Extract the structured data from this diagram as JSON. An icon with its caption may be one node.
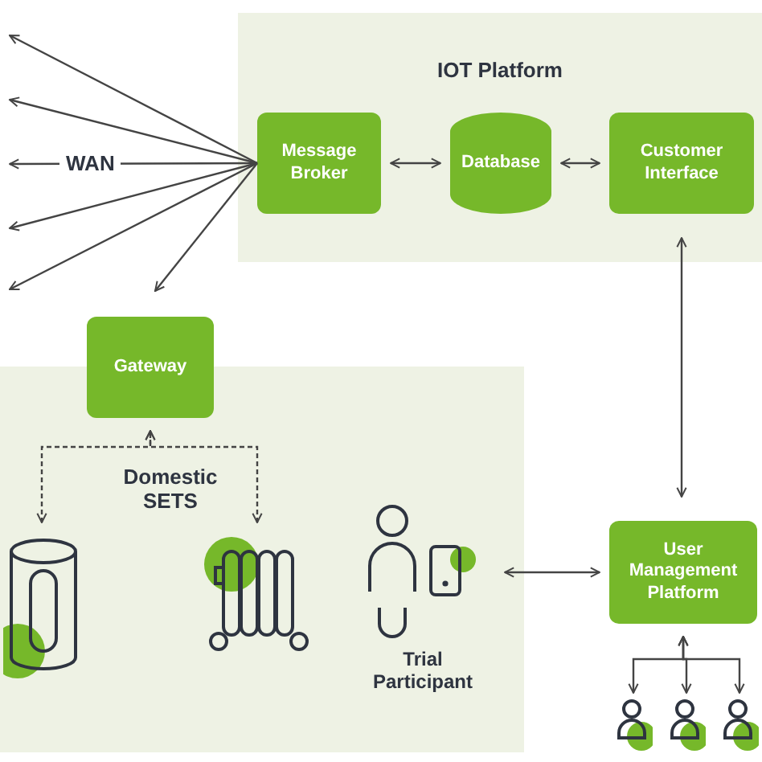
{
  "diagram": {
    "nodes": [
      {
        "text": [
          "IOT Platform"
        ]
      },
      {
        "text": [
          "Message Broker"
        ],
        "in": 0
      },
      {
        "text": [
          "Database"
        ],
        "in": 0
      },
      {
        "text": [
          "Customer Interface"
        ],
        "in": 0
      },
      {
        "text": [
          "Gateway"
        ]
      },
      {
        "text": [],
        "shape": "box"
      },
      {
        "text": [],
        "shape": "picture",
        "in": 5
      },
      {
        "text": [],
        "shape": "picture",
        "in": 5
      },
      {
        "text": [
          "Trial Participant"
        ],
        "in": 5
      },
      {
        "text": [
          "User Management Platform"
        ]
      },
      {
        "text": [],
        "shape": "person"
      },
      {
        "text": [],
        "shape": "person"
      },
      {
        "text": [],
        "shape": "person"
      }
    ],
    "edges": [
      {
        "from": 1,
        "to": null,
        "arrow": "to"
      },
      {
        "from": 1,
        "to": null,
        "arrow": "to"
      },
      {
        "from": 1,
        "to": null,
        "arrow": "to",
        "label": "WAN"
      },
      {
        "from": 1,
        "to": null,
        "arrow": "to"
      },
      {
        "from": 1,
        "to": null,
        "arrow": "to"
      },
      {
        "from": 1,
        "to": 4,
        "arrow": "to"
      },
      {
        "from": 1,
        "to": 2,
        "arrow": "both"
      },
      {
        "from": 2,
        "to": 3,
        "arrow": "both"
      },
      {
        "from": 3,
        "to": 9,
        "arrow": "both"
      },
      {
        "from": 8,
        "to": 9,
        "arrow": "both"
      },
      {
        "from": 6,
        "to": 4,
        "arrow": "both",
        "style": "dashed"
      },
      {
        "from": 7,
        "to": 4,
        "arrow": "both",
        "style": "dashed"
      },
      {
        "from": 9,
        "to": 10,
        "arrow": "both"
      },
      {
        "from": 9,
        "to": 11,
        "arrow": "both"
      },
      {
        "from": 9,
        "to": 12,
        "arrow": "both"
      }
    ],
    "labels": [
      "Domestic SETS"
    ]
  }
}
